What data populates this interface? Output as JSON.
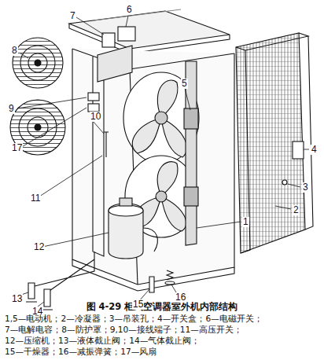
{
  "diagram": {
    "caption": "图 4-29 柜式空调器室外机内部结构",
    "labels": [
      "7",
      "6",
      "8",
      "5",
      "9",
      "10",
      "17",
      "4",
      "11",
      "3",
      "2",
      "1",
      "12",
      "13",
      "14",
      "15",
      "16",
      "1,5—电动机；2—冷凝器；3—吊装孔；4—开关盒；6—电磁开关；",
      "7—电解电容；8—防护罩；9,10—接线端子；11—高压开关；",
      "12—压缩机；13—液体截止阀；14—气体截止阀；",
      "15—干燥器；16—减振弹簧；17—风扇"
    ]
  }
}
